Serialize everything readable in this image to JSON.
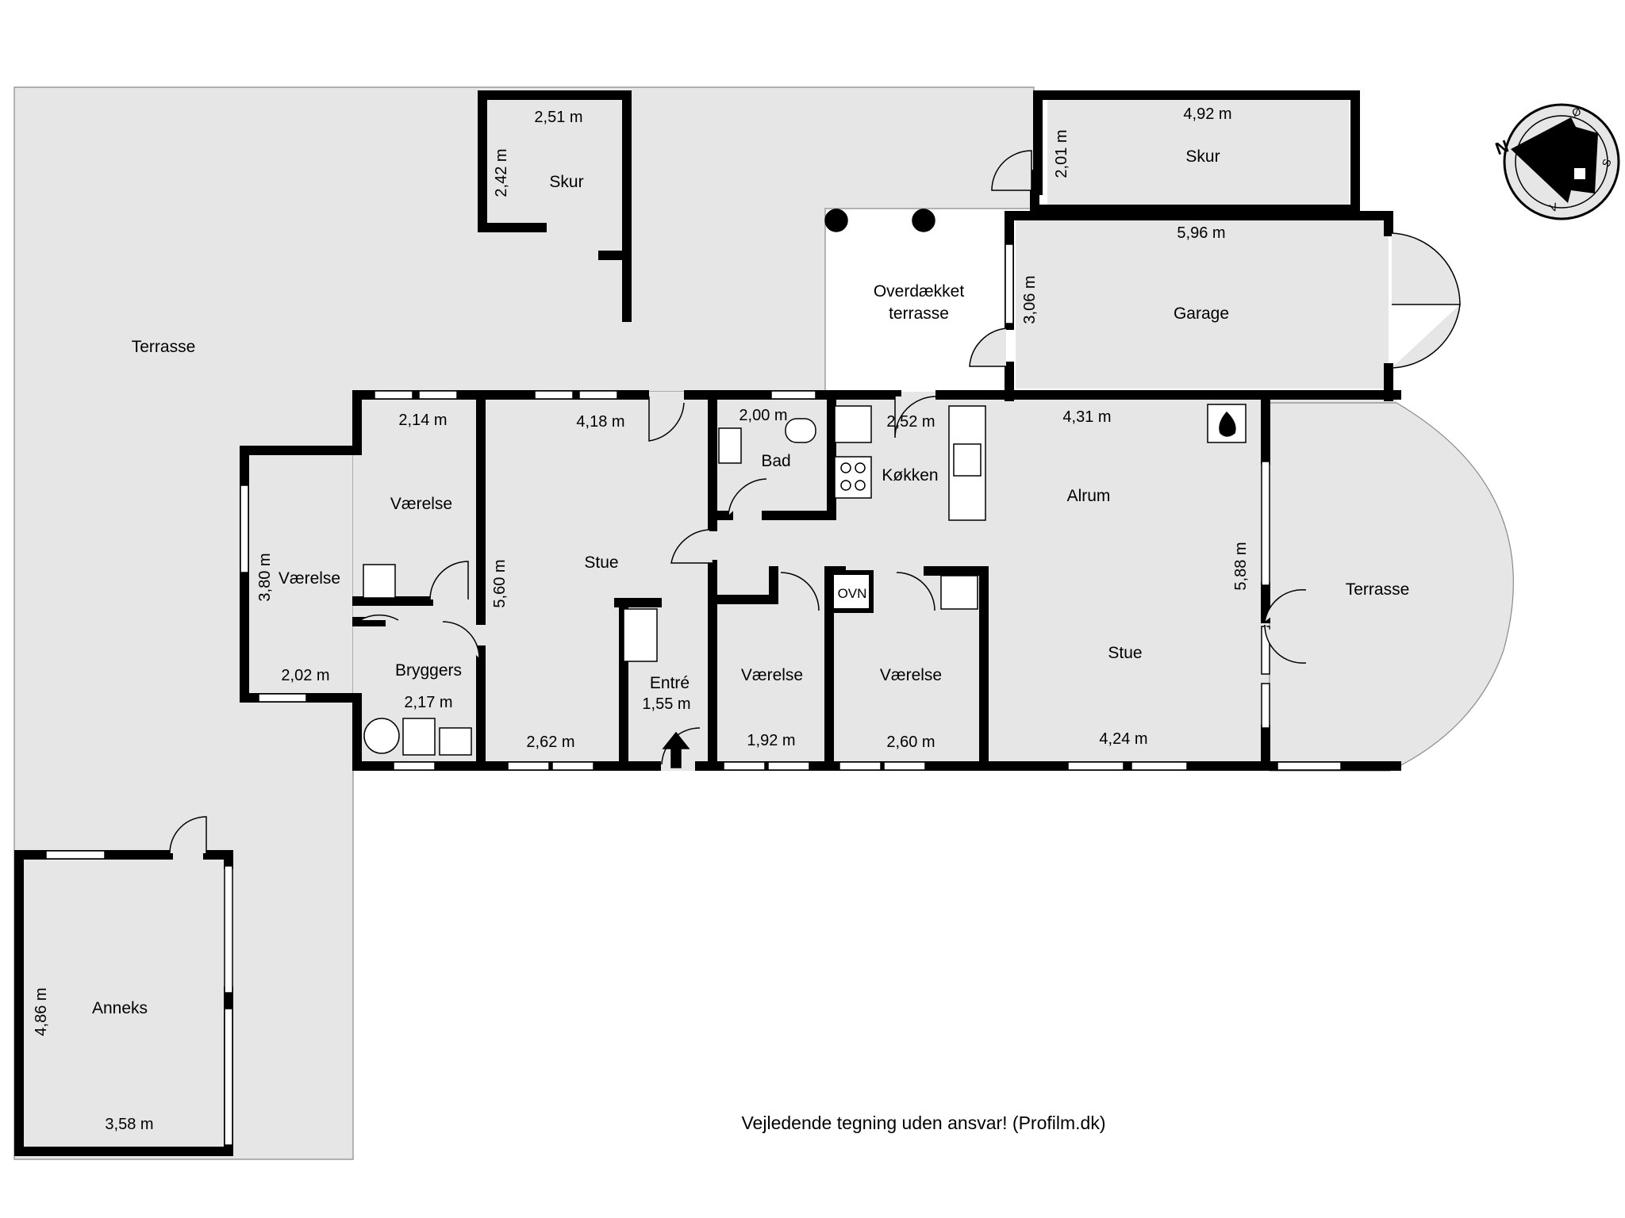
{
  "rooms": {
    "terrasse_main": "Terrasse",
    "skur_left": "Skur",
    "skur_right": "Skur",
    "overdaekket_line1": "Overdækket",
    "overdaekket_line2": "terrasse",
    "garage": "Garage",
    "vaerelse_left": "Værelse",
    "vaerelse_upper": "Værelse",
    "bryggers": "Bryggers",
    "stue_left": "Stue",
    "bad": "Bad",
    "koekken": "Køkken",
    "alrum": "Alrum",
    "entre": "Entré",
    "vaerelse_center": "Værelse",
    "vaerelse_right": "Værelse",
    "stue_right": "Stue",
    "terrasse_right": "Terrasse",
    "anneks": "Anneks",
    "ovn": "OVN"
  },
  "dimensions": {
    "skur_left_w": "2,51 m",
    "skur_left_h": "2,42 m",
    "skur_right_w": "4,92 m",
    "skur_right_h": "2,01 m",
    "garage_w": "5,96 m",
    "garage_h": "3,06 m",
    "vaerelse_upper_w": "2,14 m",
    "stue_left_w": "4,18 m",
    "bad_w": "2,00 m",
    "koekken_w": "2,52 m",
    "alrum_w": "4,31 m",
    "vaerelse_left_h": "3,80 m",
    "vaerelse_left_w": "2,02 m",
    "stue_left_h": "5,60 m",
    "bryggers_w": "2,17 m",
    "stue_left_bottom": "2,62 m",
    "entre_w": "1,55 m",
    "vaerelse_center_w": "1,92 m",
    "vaerelse_right_w": "2,60 m",
    "stue_right_w": "4,24 m",
    "stue_right_h": "5,88 m",
    "anneks_h": "4,86 m",
    "anneks_w": "3,58 m"
  },
  "compass": {
    "n": "N",
    "o": "Ø",
    "s": "S",
    "v": "V"
  },
  "caption": "Vejledende tegning uden ansvar! (Profilm.dk)",
  "colors": {
    "floor": "#e6e6e6",
    "wall": "#000000",
    "background": "#ffffff"
  }
}
